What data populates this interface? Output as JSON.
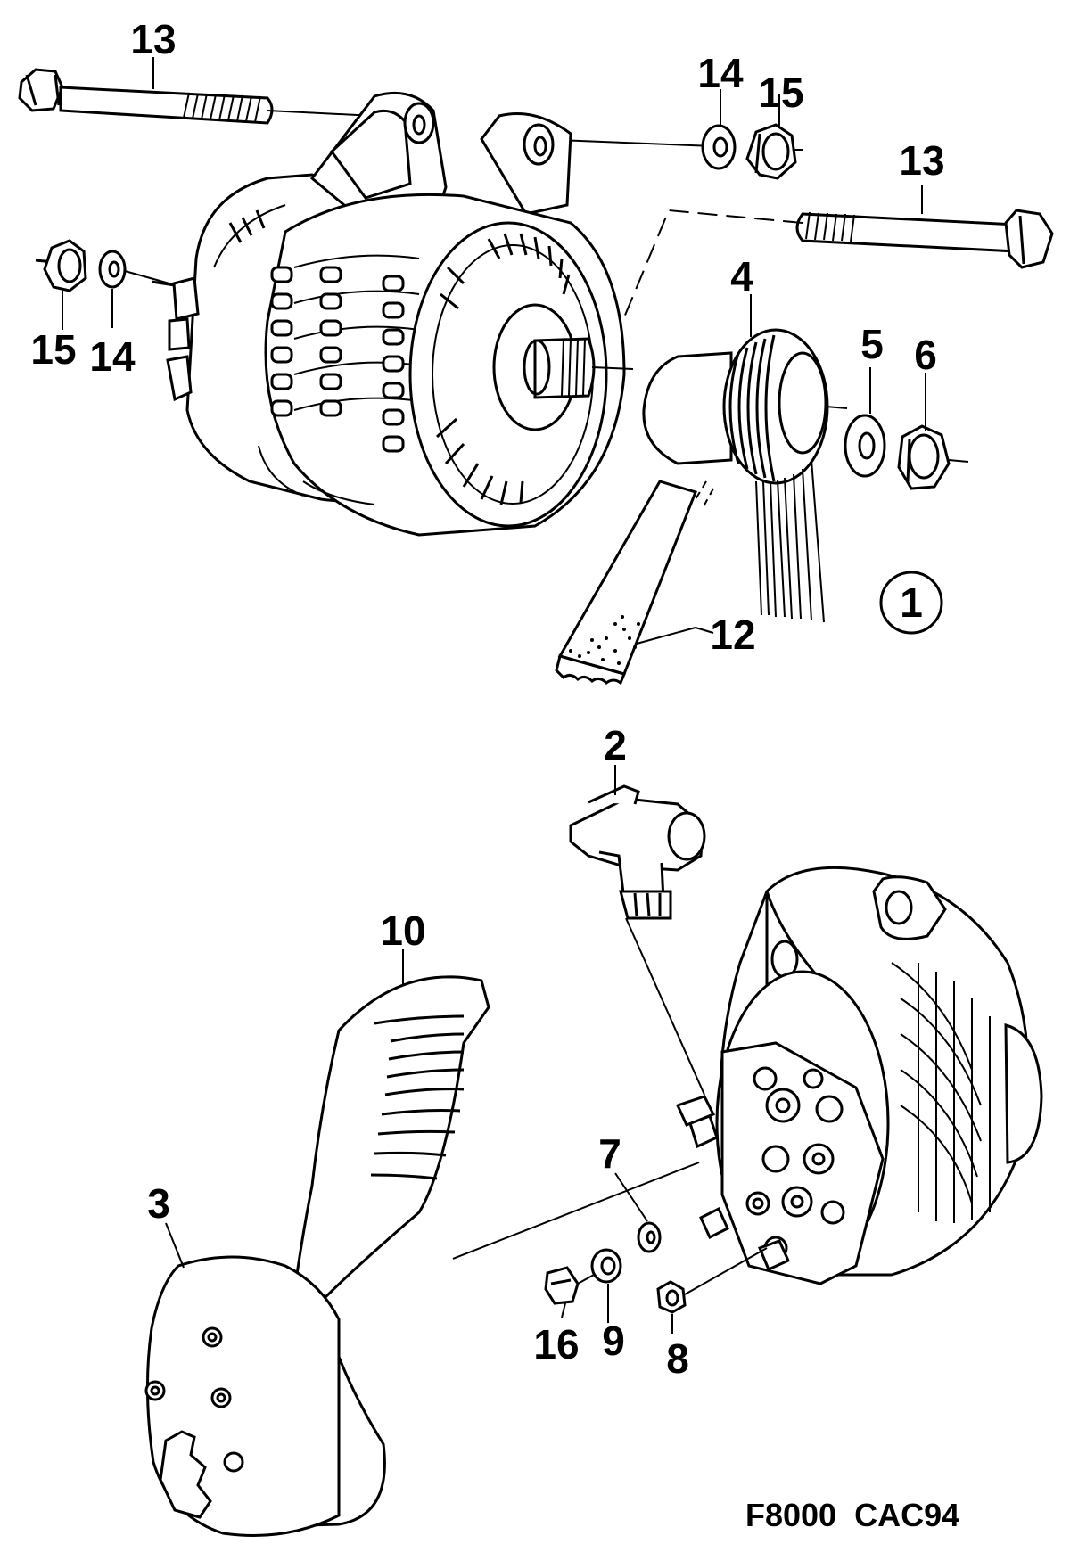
{
  "diagram": {
    "callouts": {
      "c13a": "13",
      "c13b": "13",
      "c14a": "14",
      "c14b": "14",
      "c15a": "15",
      "c15b": "15",
      "c4": "4",
      "c5": "5",
      "c6": "6",
      "c12": "12",
      "c1": "1",
      "c2": "2",
      "c10": "10",
      "c3": "3",
      "c7": "7",
      "c16": "16",
      "c9": "9",
      "c8": "8"
    },
    "reference_code": "F8000  CAC94"
  }
}
